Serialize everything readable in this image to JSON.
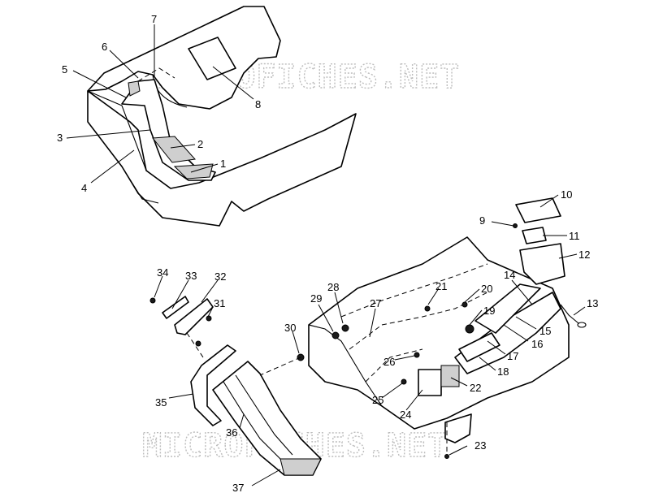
{
  "watermark": {
    "text": "MICROFICHES.NET"
  },
  "callouts": [
    {
      "id": "c1",
      "label": "1"
    },
    {
      "id": "c2",
      "label": "2"
    },
    {
      "id": "c3",
      "label": "3"
    },
    {
      "id": "c4",
      "label": "4"
    },
    {
      "id": "c5",
      "label": "5"
    },
    {
      "id": "c6",
      "label": "6"
    },
    {
      "id": "c7",
      "label": "7"
    },
    {
      "id": "c8",
      "label": "8"
    },
    {
      "id": "c9",
      "label": "9"
    },
    {
      "id": "c10",
      "label": "10"
    },
    {
      "id": "c11",
      "label": "11"
    },
    {
      "id": "c12",
      "label": "12"
    },
    {
      "id": "c13",
      "label": "13"
    },
    {
      "id": "c14",
      "label": "14"
    },
    {
      "id": "c15",
      "label": "15"
    },
    {
      "id": "c16",
      "label": "16"
    },
    {
      "id": "c17",
      "label": "17"
    },
    {
      "id": "c18",
      "label": "18"
    },
    {
      "id": "c19",
      "label": "19"
    },
    {
      "id": "c20",
      "label": "20"
    },
    {
      "id": "c21",
      "label": "21"
    },
    {
      "id": "c22",
      "label": "22"
    },
    {
      "id": "c23",
      "label": "23"
    },
    {
      "id": "c24",
      "label": "24"
    },
    {
      "id": "c25",
      "label": "25"
    },
    {
      "id": "c26",
      "label": "26"
    },
    {
      "id": "c27",
      "label": "27"
    },
    {
      "id": "c28",
      "label": "28"
    },
    {
      "id": "c29",
      "label": "29"
    },
    {
      "id": "c30",
      "label": "30"
    },
    {
      "id": "c31",
      "label": "31"
    },
    {
      "id": "c32",
      "label": "32"
    },
    {
      "id": "c33",
      "label": "33"
    },
    {
      "id": "c34",
      "label": "34"
    },
    {
      "id": "c35",
      "label": "35"
    },
    {
      "id": "c36",
      "label": "36"
    },
    {
      "id": "c37",
      "label": "37"
    }
  ]
}
